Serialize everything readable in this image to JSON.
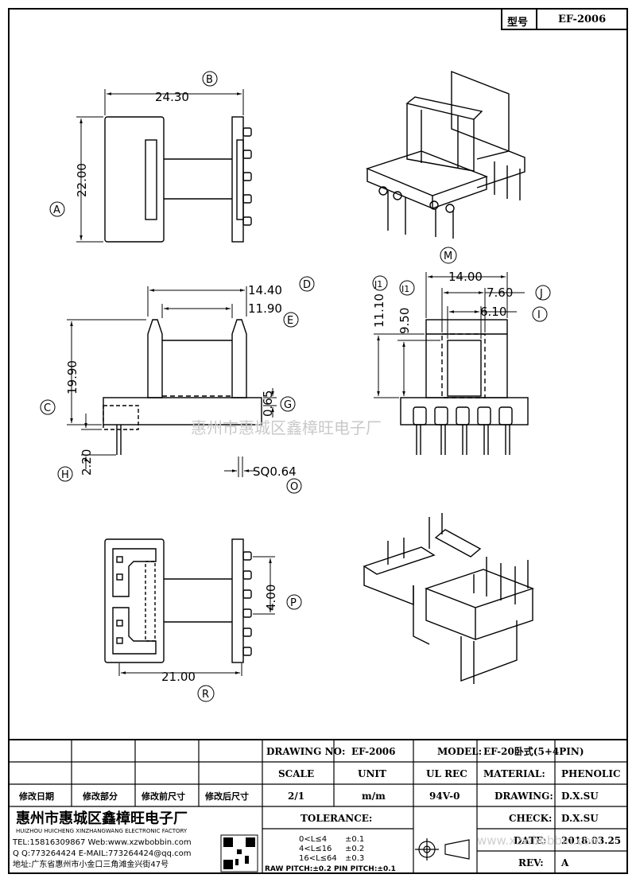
{
  "header": {
    "model_label": "型号",
    "model_value": "EF-2006"
  },
  "watermark": "惠州市惠城区鑫樟旺电子厂",
  "top_view": {
    "width": "24.30",
    "height": "22.00",
    "label_b": "B",
    "label_a": "A"
  },
  "iso_top_label": "M",
  "side_view": {
    "d1": "14.40",
    "d1_label": "D",
    "d2": "11.90",
    "d2_label": "E",
    "d3": "19.90",
    "d3_label": "C",
    "d4": "0.65",
    "d4_label": "G",
    "d5": "2.20",
    "d5_label": "H",
    "d6": "SQ0.64",
    "d6_label": "O"
  },
  "front_view": {
    "w1": "14.00",
    "w2": "7.60",
    "w2_label": "J",
    "w3": "6.10",
    "w3_label": "I",
    "h1": "11.10",
    "h1_label": "J1",
    "h2": "9.50",
    "h2_label": "I1"
  },
  "bottom_view": {
    "pitch": "4.00",
    "pitch_label": "P",
    "width": "21.00",
    "width_label": "R"
  },
  "title_block": {
    "drawing_no_label": "DRAWING NO:",
    "drawing_no": "EF-2006",
    "model_label": "MODEL:",
    "model": "EF-20卧式(5+4PIN)",
    "scale_label": "SCALE",
    "unit_label": "UNIT",
    "ul_label": "UL REC",
    "scale": "2/1",
    "unit": "m/m",
    "ul": "94V-0",
    "material_label": "MATERIAL:",
    "material": "PHENOLIC",
    "drawing_label": "DRAWING:",
    "drawing": "D.X.SU",
    "check_label": "CHECK:",
    "check": "D.X.SU",
    "date_label": "DATE:",
    "date": "2018.03.25",
    "rev_label": "REV:",
    "rev": "A",
    "rev_headers": [
      "修改日期",
      "修改部分",
      "修改前尺寸",
      "修改后尺寸"
    ],
    "tolerance_label": "TOLERANCE:",
    "tolerances": [
      {
        "range": "0<L≤4",
        "value": "±0.1"
      },
      {
        "range": "4<L≤16",
        "value": "±0.2"
      },
      {
        "range": "16<L≤64",
        "value": "±0.3"
      }
    ],
    "pitch_note": "RAW PITCH:±0.2 PIN PITCH:±0.1",
    "company_cn": "惠州市惠城区鑫樟旺电子厂",
    "company_en": "HUIZHOU HUICHENG XINZHANGWANG ELECTRONIC FACTORY",
    "tel": "TEL:15816309867 Web:www.xzwbobbin.com",
    "qq": "Q Q:773264424 E-MAIL:773264424@qq.com",
    "address": "地址:广东省惠州市小金口三角滩金兴街47号",
    "date_watermark": "www.xzwbobbin.com"
  }
}
